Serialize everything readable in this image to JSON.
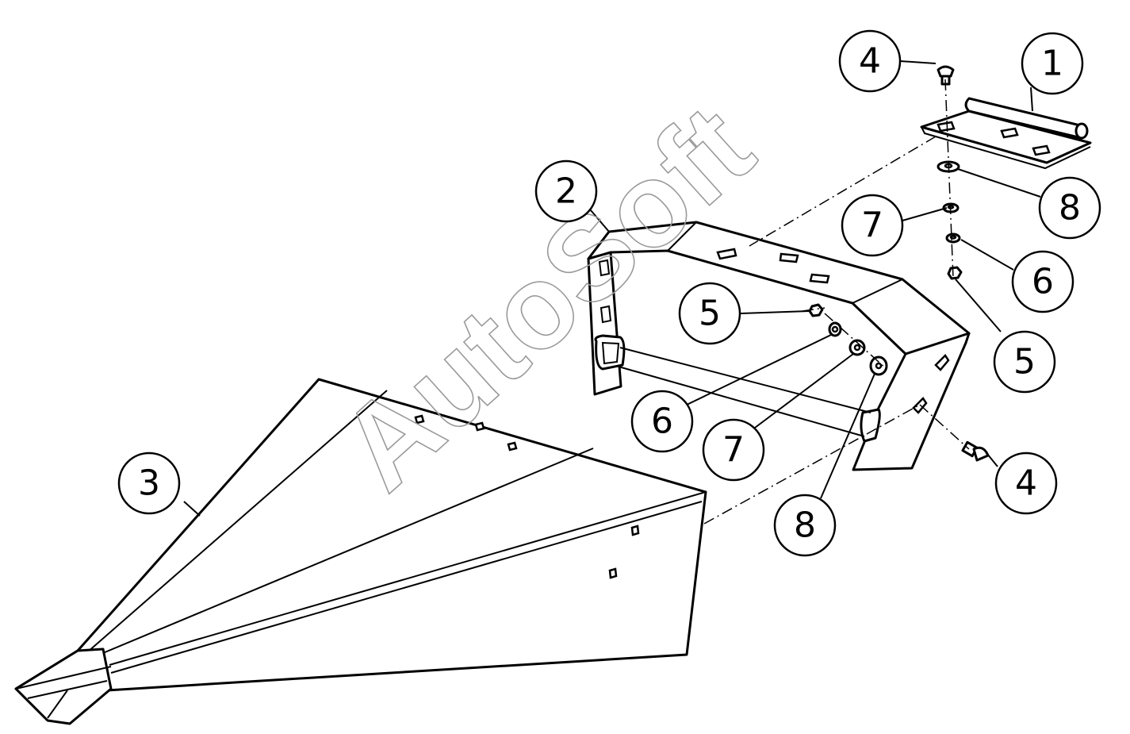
{
  "watermark": "AutoSoft",
  "callouts": [
    {
      "id": "c1",
      "label": "1"
    },
    {
      "id": "c2",
      "label": "2"
    },
    {
      "id": "c3",
      "label": "3"
    },
    {
      "id": "c4a",
      "label": "4"
    },
    {
      "id": "c4b",
      "label": "4"
    },
    {
      "id": "c5a",
      "label": "5"
    },
    {
      "id": "c5b",
      "label": "5"
    },
    {
      "id": "c6a",
      "label": "6"
    },
    {
      "id": "c6b",
      "label": "6"
    },
    {
      "id": "c7a",
      "label": "7"
    },
    {
      "id": "c7b",
      "label": "7"
    },
    {
      "id": "c8a",
      "label": "8"
    },
    {
      "id": "c8b",
      "label": "8"
    }
  ]
}
